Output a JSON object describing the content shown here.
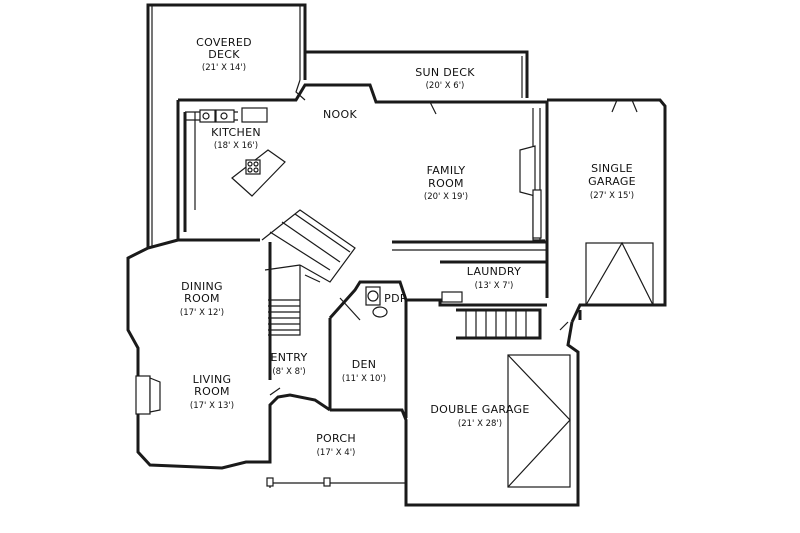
{
  "rooms": {
    "covered_deck": {
      "name_line1": "COVERED",
      "name_line2": "DECK",
      "dims": "(21' X 14')"
    },
    "sun_deck": {
      "name": "SUN DECK",
      "dims": "(20' X 6')"
    },
    "nook": {
      "name": "NOOK"
    },
    "kitchen": {
      "name": "KITCHEN",
      "dims": "(18' X 16')"
    },
    "family_room": {
      "name_line1": "FAMILY",
      "name_line2": "ROOM",
      "dims": "(20' X 19')"
    },
    "single_garage": {
      "name_line1": "SINGLE",
      "name_line2": "GARAGE",
      "dims": "(27' X 15')"
    },
    "laundry": {
      "name": "LAUNDRY",
      "dims": "(13' X 7')"
    },
    "dining_room": {
      "name_line1": "DINING",
      "name_line2": "ROOM",
      "dims": "(17' X 12')"
    },
    "pdr": {
      "name": "PDR"
    },
    "entry": {
      "name": "ENTRY",
      "dims": "(8' X 8')"
    },
    "den": {
      "name": "DEN",
      "dims": "(11' X 10')"
    },
    "living_room": {
      "name_line1": "LIVING",
      "name_line2": "ROOM",
      "dims": "(17' X 13')"
    },
    "double_garage": {
      "name": "DOUBLE GARAGE",
      "dims": "(21' X 28')"
    },
    "porch": {
      "name": "PORCH",
      "dims": "(17' X 4')"
    }
  }
}
